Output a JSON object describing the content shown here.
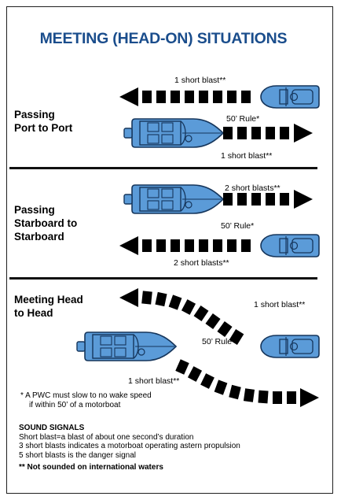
{
  "title": "MEETING (HEAD-ON) SITUATIONS",
  "sections": [
    {
      "label_line1": "Passing",
      "label_line2": "Port to Port",
      "top_signal": "1 short blast**",
      "rule": "50’ Rule*",
      "bottom_signal": "1 short blast**"
    },
    {
      "label_line1": "Passing",
      "label_line2": "Starboard to",
      "label_line3": "Starboard",
      "top_signal": "2 short blasts**",
      "rule": "50’ Rule*",
      "bottom_signal": "2 short blasts**"
    },
    {
      "label_line1": "Meeting Head",
      "label_line2": "to Head",
      "right_signal": "1 short blast**",
      "rule": "50’ Rule",
      "bottom_signal": "1 short blast**"
    }
  ],
  "pwc_note": {
    "line1": "*  A PWC must slow to no wake speed",
    "line2": "if within 50’ of a motorboat"
  },
  "sound_signals": {
    "heading": "SOUND SIGNALS",
    "items": [
      "Short blast=a blast of about one second’s duration",
      "3 short blasts indicates a motorboat operating astern propulsion",
      "5 short blasts is the danger signal"
    ],
    "footnote": "** Not sounded on international waters"
  },
  "icons": [
    "motorboat-icon",
    "pwc-icon",
    "arrow-left-icon",
    "arrow-right-icon"
  ],
  "colors": {
    "title": "#1a4d8c",
    "boat_fill": "#5b9bd8",
    "boat_stroke": "#16365c",
    "arrow": "#000000"
  }
}
